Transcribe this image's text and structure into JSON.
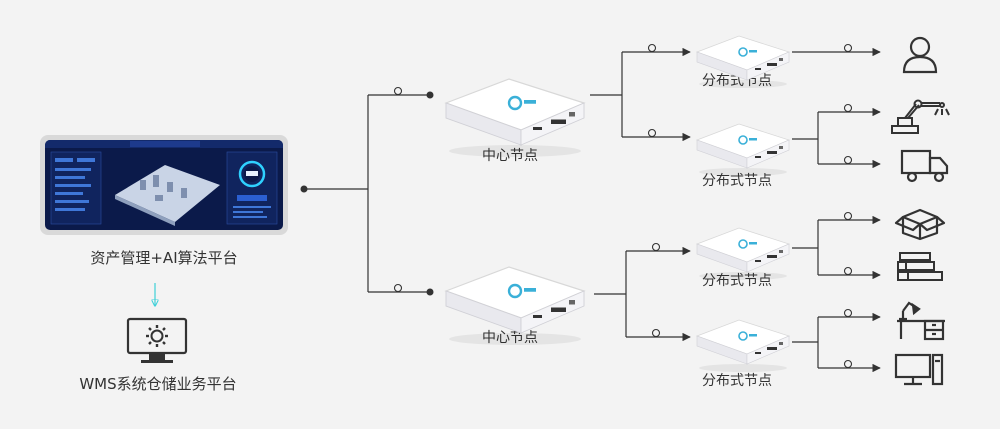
{
  "platform": {
    "asset_label": "资产管理+AI算法平台",
    "wms_label": "WMS系统仓储业务平台"
  },
  "central_nodes": [
    {
      "label": "中心节点"
    },
    {
      "label": "中心节点"
    }
  ],
  "distributed_nodes": [
    {
      "label": "分布式节点"
    },
    {
      "label": "分布式节点"
    },
    {
      "label": "分布式节点"
    },
    {
      "label": "分布式节点"
    }
  ],
  "end_icons": [
    "user-icon",
    "robot-arm-icon",
    "truck-icon",
    "package-box-icon",
    "book-stack-icon",
    "desk-lamp-icon",
    "computer-icon"
  ],
  "colors": {
    "line": "#333333",
    "accent_arrow": "#3fd0d8",
    "screen_bg": "#0b1a4a"
  }
}
